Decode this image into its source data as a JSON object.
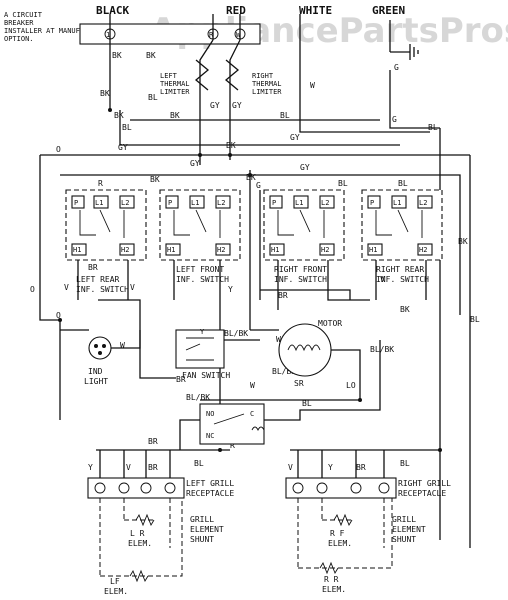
{
  "header": {
    "black": "BLACK",
    "red": "RED",
    "white": "WHITE",
    "green": "GREEN"
  },
  "watermark": "AppliancePartsPros.com",
  "note": [
    "A CIRCUIT",
    "BREAKER",
    "INSTALLER AT MANUFACTURES",
    "OPTION."
  ],
  "thermal_limiters": {
    "left": [
      "LEFT",
      "THERMAL",
      "LIMITER"
    ],
    "right": [
      "RIGHT",
      "THERMAL",
      "LIMITER"
    ]
  },
  "switches": {
    "left_rear": [
      "LEFT REAR",
      "INF. SWITCH"
    ],
    "left_front": [
      "LEFT FRONT",
      "INF. SWITCH"
    ],
    "right_front": [
      "RIGHT FRONT",
      "INF. SWITCH"
    ],
    "right_rear": [
      "RIGHT REAR",
      "INF. SWITCH"
    ]
  },
  "terminals": {
    "p": "P",
    "l1": "L1",
    "l2": "L2",
    "h1": "H1",
    "h2": "H2"
  },
  "motor": "MOTOR",
  "fan_switch": "FAN SWITCH",
  "ind_light": [
    "IND",
    "LIGHT"
  ],
  "relay": {
    "no": "NO",
    "com": "C",
    "nc": "NC"
  },
  "receptacles": {
    "left": [
      "LEFT GRILL",
      "RECEPTACLE"
    ],
    "right": [
      "RIGHT GRILL",
      "RECEPTACLE"
    ]
  },
  "elements": {
    "lr": [
      "L R",
      "ELEM."
    ],
    "lf": [
      "LF",
      "ELEM."
    ],
    "rf": [
      "R F",
      "ELEM."
    ],
    "rr": [
      "R R",
      "ELEM."
    ],
    "shunt_left": [
      "GRILL",
      "ELEMENT",
      "SHUNT"
    ],
    "shunt_right": [
      "GRILL",
      "ELEMENT",
      "SHUNT"
    ]
  },
  "wire_labels": {
    "bk": "BK",
    "bl": "BL",
    "gy": "GY",
    "g": "G",
    "o": "O",
    "w": "W",
    "v": "V",
    "br": "BR",
    "y": "Y",
    "r": "R",
    "sr": "SR",
    "lo": "LO",
    "bl_bk": "BL/BK"
  }
}
